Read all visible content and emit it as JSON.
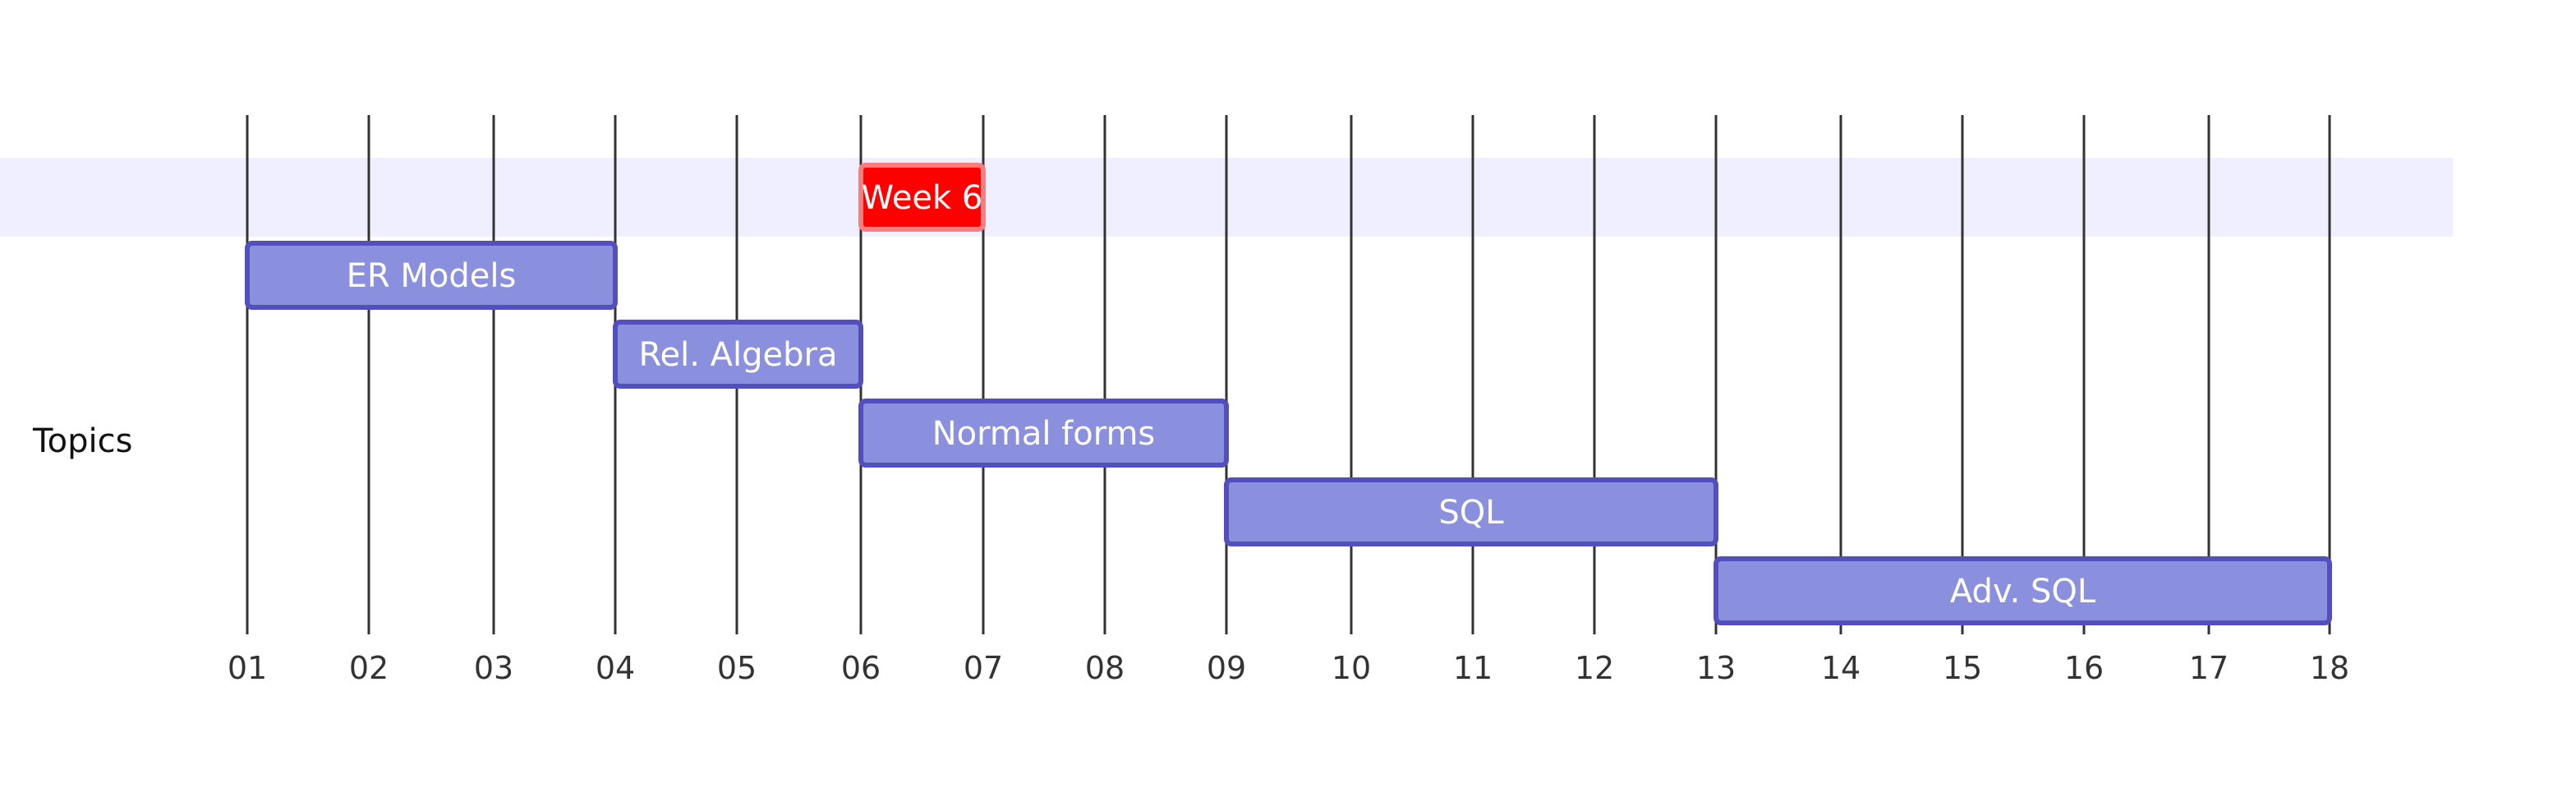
{
  "chart_data": {
    "type": "gantt",
    "x_unit": "week",
    "ticks": [
      "01",
      "02",
      "03",
      "04",
      "05",
      "06",
      "07",
      "08",
      "09",
      "10",
      "11",
      "12",
      "13",
      "14",
      "15",
      "16",
      "17",
      "18"
    ],
    "sections": [
      {
        "name": "Topics"
      }
    ],
    "milestones": [
      {
        "label": "Week 6",
        "start": 6,
        "end": 7,
        "color": "#ff0000",
        "border_color": "#ff7c7c"
      }
    ],
    "tasks": [
      {
        "label": "ER Models",
        "start": 1,
        "end": 4
      },
      {
        "label": "Rel. Algebra",
        "start": 4,
        "end": 6
      },
      {
        "label": "Normal forms",
        "start": 6,
        "end": 9
      },
      {
        "label": "SQL",
        "start": 9,
        "end": 13
      },
      {
        "label": "Adv. SQL",
        "start": 13,
        "end": 18
      }
    ],
    "colors": {
      "task_fill": "#8a90dd",
      "task_border": "#534fbc",
      "band_fill": "#efefff",
      "grid_line": "#333333"
    }
  }
}
